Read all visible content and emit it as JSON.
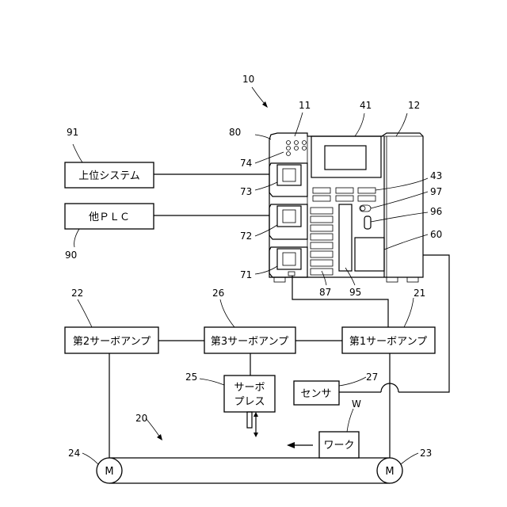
{
  "blocks": {
    "host": "上位システム",
    "plc": "他ＰＬＣ",
    "amp2": "第2サーボアンプ",
    "amp3": "第3サーボアンプ",
    "amp1": "第1サーボアンプ",
    "press_line1": "サーボ",
    "press_line2": "プレス",
    "sensor": "センサ",
    "work": "ワーク",
    "motor_left": "M",
    "motor_right": "M"
  },
  "refs": {
    "r10": "10",
    "r11": "11",
    "r12": "12",
    "r41": "41",
    "r80": "80",
    "r91": "91",
    "r74": "74",
    "r43": "43",
    "r73": "73",
    "r97": "97",
    "r96": "96",
    "r72": "72",
    "r90": "90",
    "r60": "60",
    "r71": "71",
    "r87": "87",
    "r95": "95",
    "r22": "22",
    "r26": "26",
    "r21": "21",
    "r25": "25",
    "r27": "27",
    "rW": "W",
    "r20": "20",
    "r24": "24",
    "r23": "23"
  }
}
